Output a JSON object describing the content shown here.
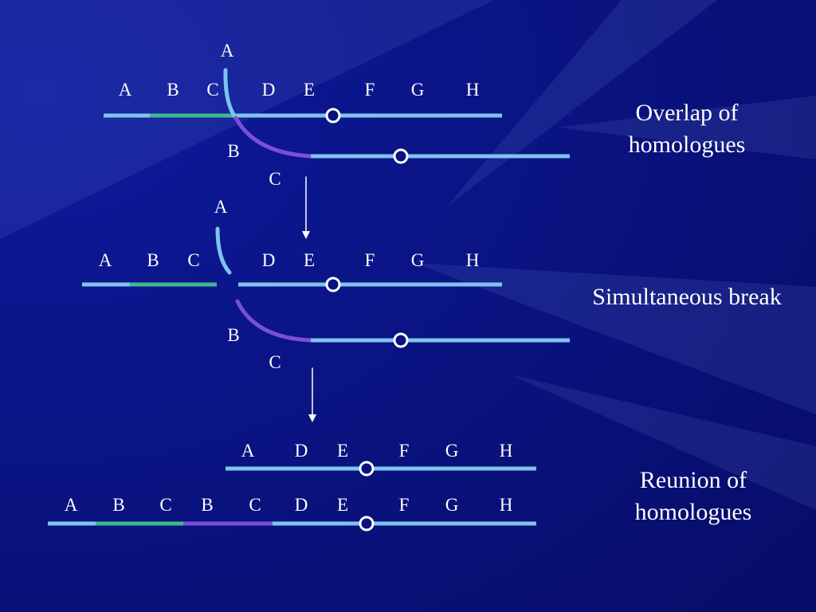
{
  "colors": {
    "background": "#0a1180",
    "chromosome": "#7ec4ee",
    "segment_green": "#3cba8c",
    "segment_purple": "#7a4fd6",
    "text": "#ffffff"
  },
  "stage1": {
    "caption": "Overlap of homologues",
    "top_labels": [
      "A",
      "B",
      "C",
      "D",
      "E",
      "F",
      "G",
      "H"
    ],
    "cross_label_top": "A",
    "lower_labels": [
      "B",
      "C"
    ]
  },
  "stage2": {
    "caption": "Simultaneous break",
    "top_labels": [
      "A",
      "B",
      "C",
      "D",
      "E",
      "F",
      "G",
      "H"
    ],
    "cross_label_top": "A",
    "lower_labels": [
      "B",
      "C"
    ]
  },
  "stage3": {
    "caption": "Reunion of homologues",
    "short_labels": [
      "A",
      "D",
      "E",
      "F",
      "G",
      "H"
    ],
    "long_labels": [
      "A",
      "B",
      "C",
      "B",
      "C",
      "D",
      "E",
      "F",
      "G",
      "H"
    ]
  }
}
